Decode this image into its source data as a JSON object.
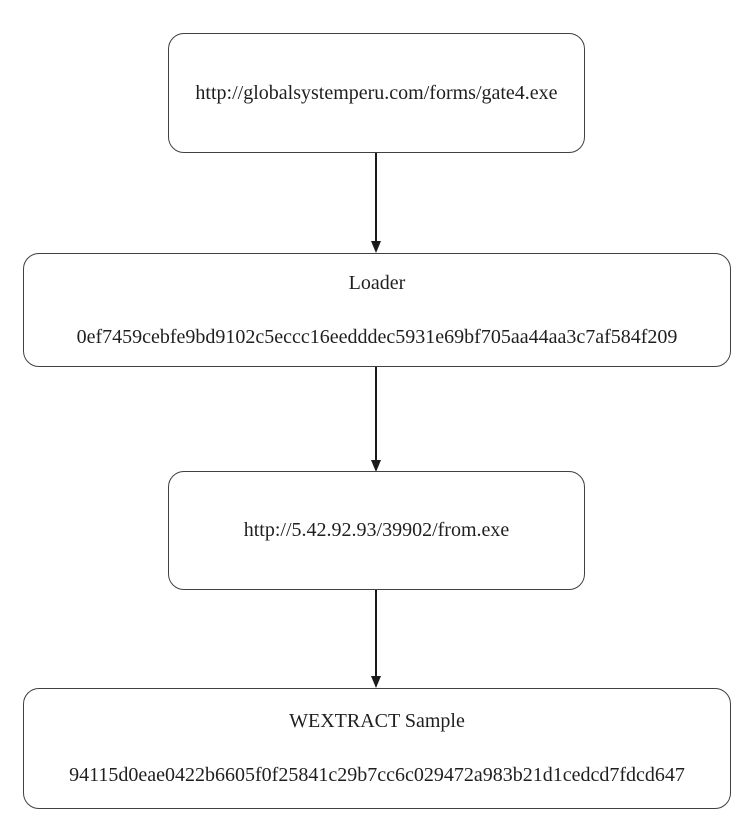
{
  "diagram": {
    "type": "flowchart",
    "description": "Malware delivery chain diagram",
    "nodes": {
      "url_gate4": {
        "label": "http://globalsystemperu.com/forms/gate4.exe"
      },
      "loader": {
        "title": "Loader",
        "hash": "0ef7459cebfe9bd9102c5eccc16eedddec5931e69bf705aa44aa3c7af584f209"
      },
      "url_from": {
        "label": "http://5.42.92.93/39902/from.exe"
      },
      "wextract": {
        "title": "WEXTRACT Sample",
        "hash": "94115d0eae0422b6605f0f25841c29b7cc6c029472a983b21d1cedcd7fdcd647"
      }
    },
    "edges": [
      {
        "from": "url_gate4",
        "to": "loader"
      },
      {
        "from": "loader",
        "to": "url_from"
      },
      {
        "from": "url_from",
        "to": "wextract"
      }
    ]
  },
  "colors": {
    "bg": "#ffffff",
    "border": "#404040",
    "text": "#1f1f1f",
    "line": "#1a1a1a"
  }
}
